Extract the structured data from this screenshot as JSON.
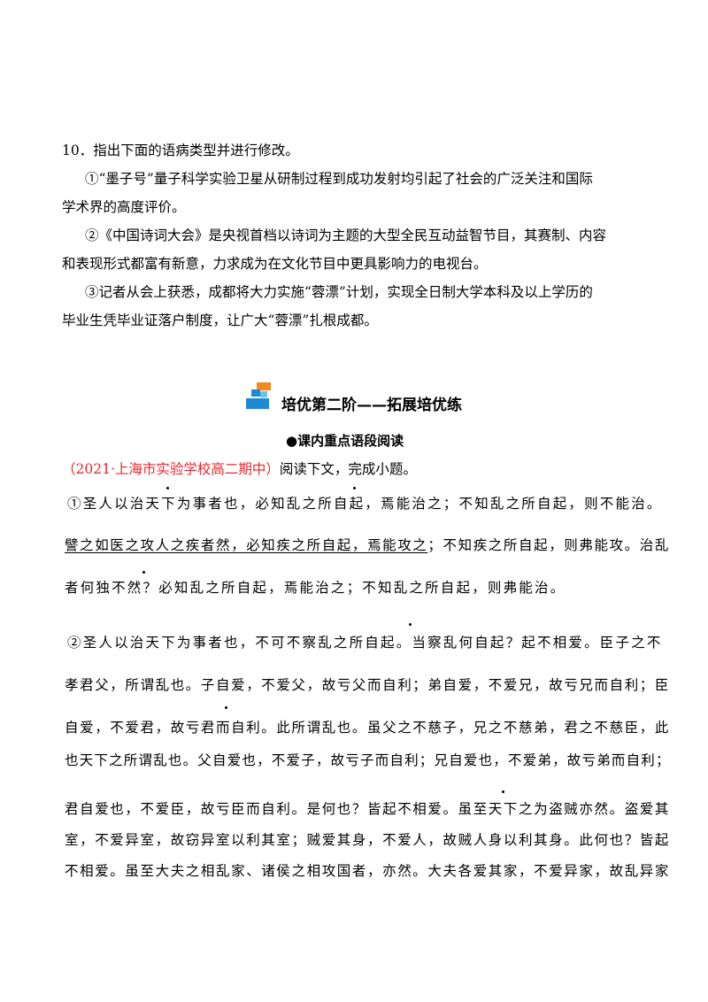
{
  "question10": {
    "title": "10．指出下面的语病类型并进行修改。",
    "item1_l1": "①“墨子号”量子科学实验卫星从研制过程到成功发射均引起了社会的广泛关注和国际",
    "item1_l2": "学术界的高度评价。",
    "item2_l1": "②《中国诗词大会》是央视首档以诗词为主题的大型全民互动益智节目，其赛制、内容",
    "item2_l2": "和表现形式都富有新意，力求成为在文化节目中更具影响力的电视台。",
    "item3_l1": "③记者从会上获悉，成都将大力实施“蓉漂”计划，实现全日制大学本科及以上学历的",
    "item3_l2": "毕业生凭毕业证落户制度，让广大“蓉漂”扎根成都。"
  },
  "section": {
    "title": "培优第二阶——拓展培优练",
    "subtitle": "●课内重点语段阅读",
    "source": "（2021·上海市实验学校高二期中）",
    "instruction": "阅读下文，完成小题。"
  },
  "passage1": {
    "l1": "①圣人以治天下为事者也，必知乱之所自起，焉能治之；不知乱之所自起，则不能治。",
    "l2_underlined": "譬之如医之攻人之疾者然，必知疾之所自起，焉能攻之",
    "l2_rest": "；不知疾之所自起，则弗能攻。治乱",
    "l3": "者何独不然？必知乱之所自起，焉能治之；不知乱之所自起，则弗能治。"
  },
  "passage2": {
    "l1": "②圣人以治天下为事者也，不可不察乱之所自起。当察乱何自起？起不相爱。臣子之不",
    "l2": "孝君父，所谓乱也。子自爱，不爱父，故亏父而自利；弟自爱，不爱兄，故亏兄而自利；臣",
    "l3": "自爱，不爱君，故亏君而自利。此所谓乱也。虽父之不慈子，兄之不慈弟，君之不慈臣，此",
    "l4": "也天下之所谓乱也。父自爱也，不爱子，故亏子而自利；兄自爱也，不爱弟，故亏弟而自利；",
    "l5": "君自爱也，不爱臣，故亏臣而自利。是何也？皆起不相爱。虽至天下之为盗贼亦然。盗爱其",
    "l6": "室，不爱异室，故窃异室以利其室；贼爱其身，不爱人，故贼人身以利其身。此何也？皆起",
    "l7": "不相爱。虽至大夫之相乱家、诸侯之相攻国者，亦然。大夫各爱其家，不爱异家，故乱异家"
  }
}
